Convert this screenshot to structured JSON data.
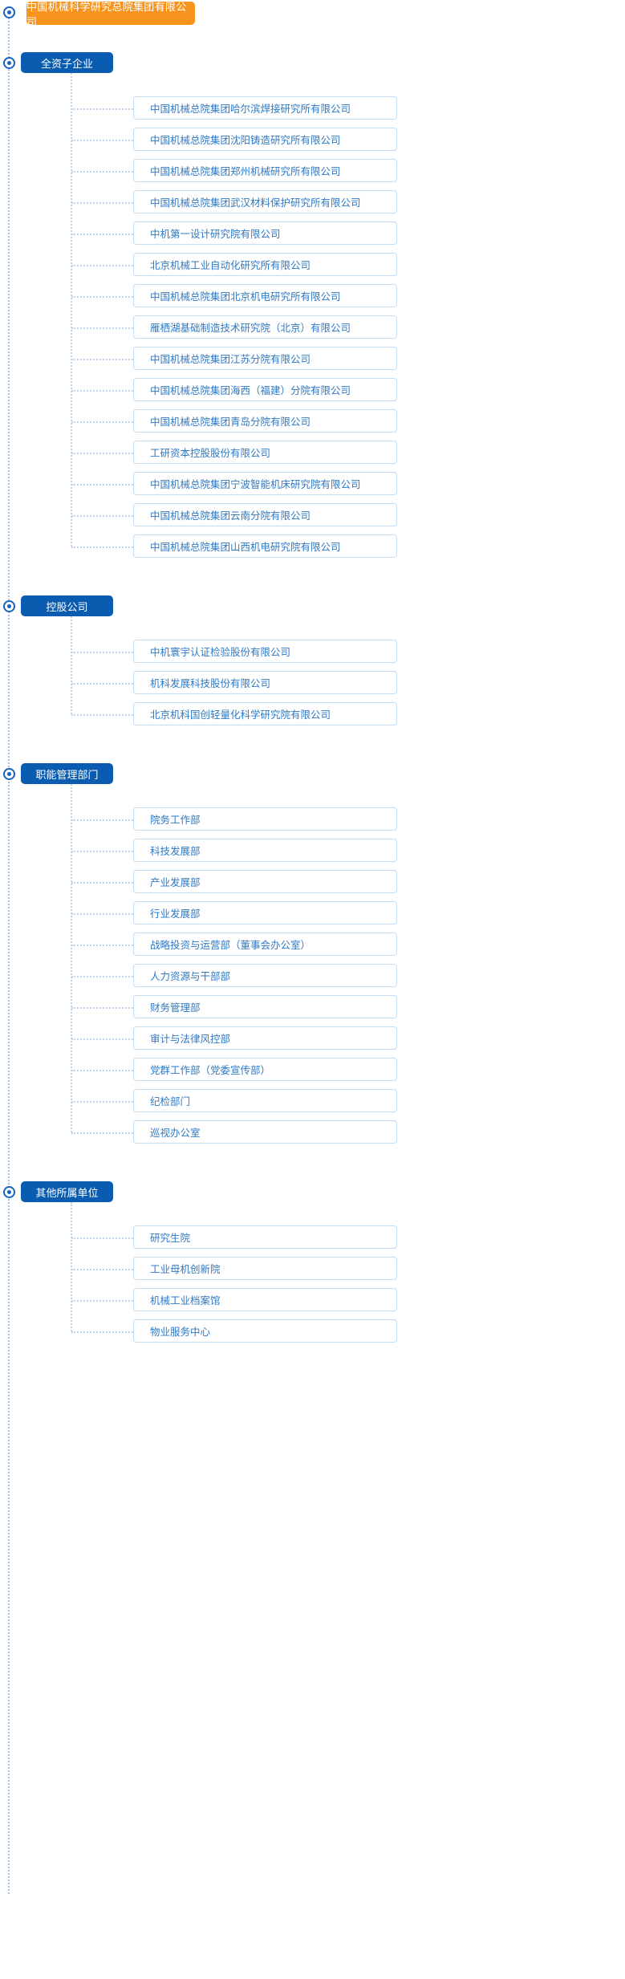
{
  "root": {
    "label": "中国机械科学研究总院集团有限公司",
    "color": "#f7941d"
  },
  "theme": {
    "group_header_color": "#0a5cb0",
    "leaf_text_color": "#2f79c4",
    "leaf_border_color": "#c5ddf2",
    "connector_color": "#bcd6ee",
    "bullet_color": "#1565c0"
  },
  "groups": [
    {
      "label": "全资子企业",
      "items": [
        "中国机械总院集团哈尔滨焊接研究所有限公司",
        "中国机械总院集团沈阳铸造研究所有限公司",
        "中国机械总院集团郑州机械研究所有限公司",
        "中国机械总院集团武汉材料保护研究所有限公司",
        "中机第一设计研究院有限公司",
        "北京机械工业自动化研究所有限公司",
        "中国机械总院集团北京机电研究所有限公司",
        "雁栖湖基础制造技术研究院（北京）有限公司",
        "中国机械总院集团江苏分院有限公司",
        "中国机械总院集团海西（福建）分院有限公司",
        "中国机械总院集团青岛分院有限公司",
        "工研资本控股股份有限公司",
        "中国机械总院集团宁波智能机床研究院有限公司",
        "中国机械总院集团云南分院有限公司",
        "中国机械总院集团山西机电研究院有限公司"
      ]
    },
    {
      "label": "控股公司",
      "items": [
        "中机寰宇认证检验股份有限公司",
        "机科发展科技股份有限公司",
        "北京机科国创轻量化科学研究院有限公司"
      ]
    },
    {
      "label": "职能管理部门",
      "items": [
        "院务工作部",
        "科技发展部",
        "产业发展部",
        "行业发展部",
        "战略投资与运营部（董事会办公室）",
        "人力资源与干部部",
        "财务管理部",
        "审计与法律风控部",
        "党群工作部（党委宣传部）",
        "纪检部门",
        "巡视办公室"
      ]
    },
    {
      "label": "其他所属单位",
      "items": [
        "研究生院",
        "工业母机创新院",
        "机械工业档案馆",
        "物业服务中心"
      ]
    }
  ]
}
